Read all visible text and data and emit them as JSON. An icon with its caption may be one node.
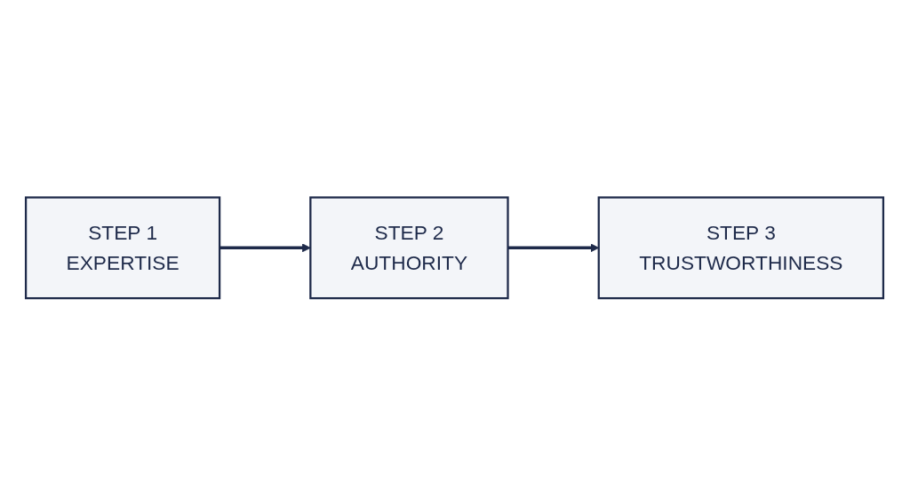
{
  "diagram": {
    "nodes": [
      {
        "text": [
          "STEP 1",
          "EXPERTISE"
        ]
      },
      {
        "text": [
          "STEP 2",
          "AUTHORITY"
        ]
      },
      {
        "text": [
          "STEP 3",
          "TRUSTWORTHINESS"
        ]
      }
    ],
    "edges": [
      {
        "from": 0,
        "to": 1,
        "arrow": "to"
      },
      {
        "from": 1,
        "to": 2,
        "arrow": "to"
      }
    ]
  }
}
